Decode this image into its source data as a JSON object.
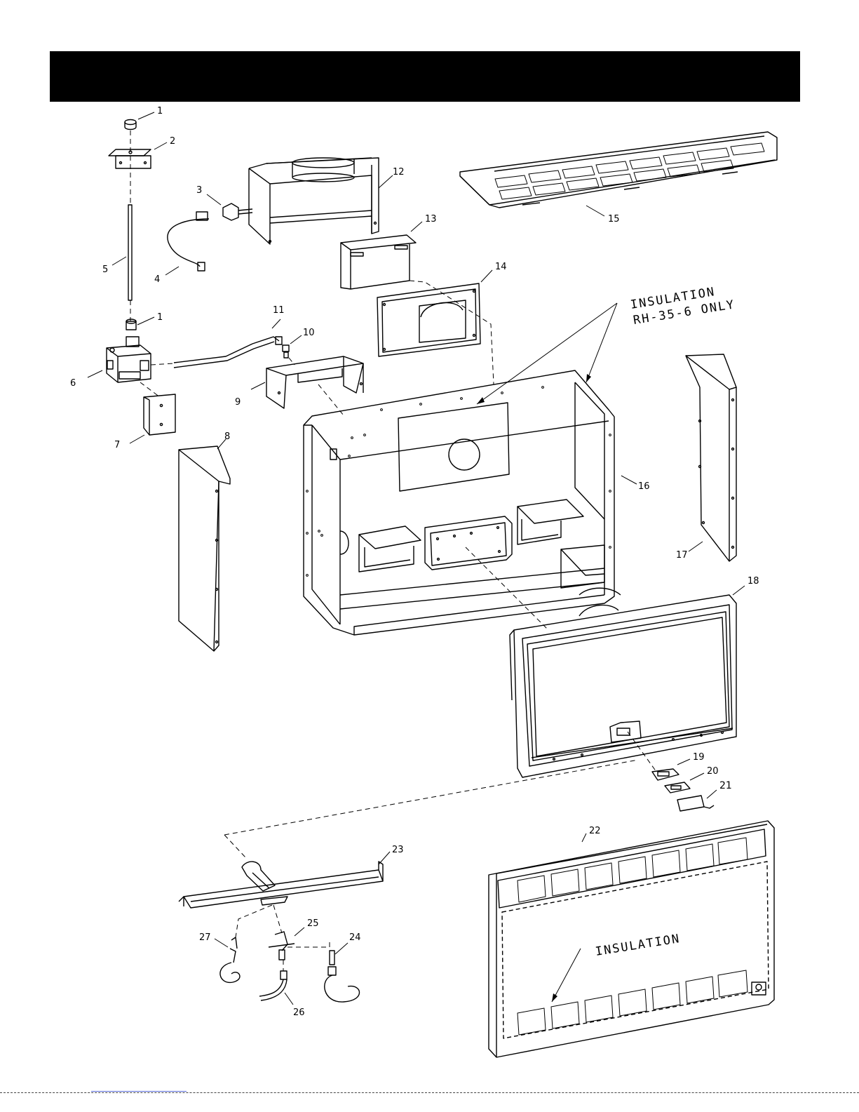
{
  "callouts": [
    {
      "num": "1"
    },
    {
      "num": "2"
    },
    {
      "num": "3"
    },
    {
      "num": "4"
    },
    {
      "num": "5"
    },
    {
      "num": "1"
    },
    {
      "num": "6"
    },
    {
      "num": "7"
    },
    {
      "num": "8"
    },
    {
      "num": "9"
    },
    {
      "num": "10"
    },
    {
      "num": "11"
    },
    {
      "num": "12"
    },
    {
      "num": "13"
    },
    {
      "num": "14"
    },
    {
      "num": "15"
    },
    {
      "num": "16"
    },
    {
      "num": "17"
    },
    {
      "num": "18"
    },
    {
      "num": "19"
    },
    {
      "num": "20"
    },
    {
      "num": "21"
    },
    {
      "num": "22"
    },
    {
      "num": "23"
    },
    {
      "num": "24"
    },
    {
      "num": "25"
    },
    {
      "num": "26"
    },
    {
      "num": "27"
    }
  ],
  "notes": {
    "insulation_top_line1": "INSULATION",
    "insulation_top_line2": "RH-35-6 ONLY",
    "insulation_bottom": "INSULATION"
  }
}
